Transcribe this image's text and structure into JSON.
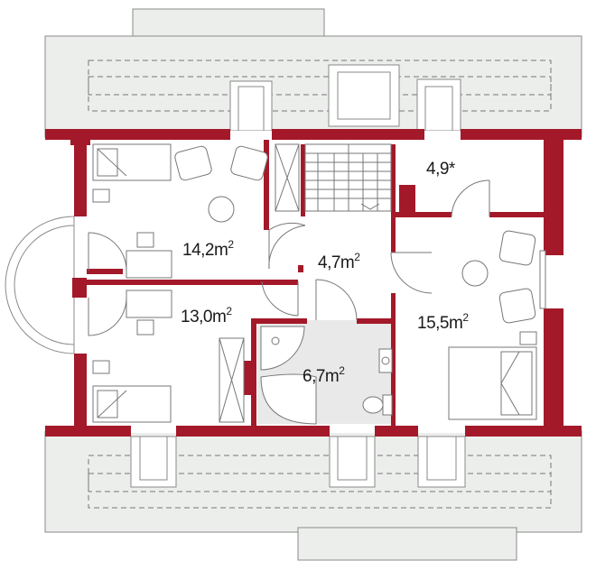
{
  "rooms": [
    {
      "id": "bedroom-left-top",
      "area": "14,2m",
      "sup": "2"
    },
    {
      "id": "hall",
      "area": "4,7m",
      "sup": "2"
    },
    {
      "id": "storage",
      "area": "4,9*",
      "sup": ""
    },
    {
      "id": "bedroom-left-bottom",
      "area": "13,0m",
      "sup": "2"
    },
    {
      "id": "bedroom-right",
      "area": "15,5m",
      "sup": "2"
    },
    {
      "id": "bathroom",
      "area": "6,7m",
      "sup": "2"
    }
  ],
  "colors": {
    "wall": "#a3192a",
    "roof": "#eceeec",
    "roof_line": "#9a9a9a",
    "floor": "#ffffff",
    "bathroom_floor": "#e8e9e8",
    "furniture": "#777777"
  }
}
